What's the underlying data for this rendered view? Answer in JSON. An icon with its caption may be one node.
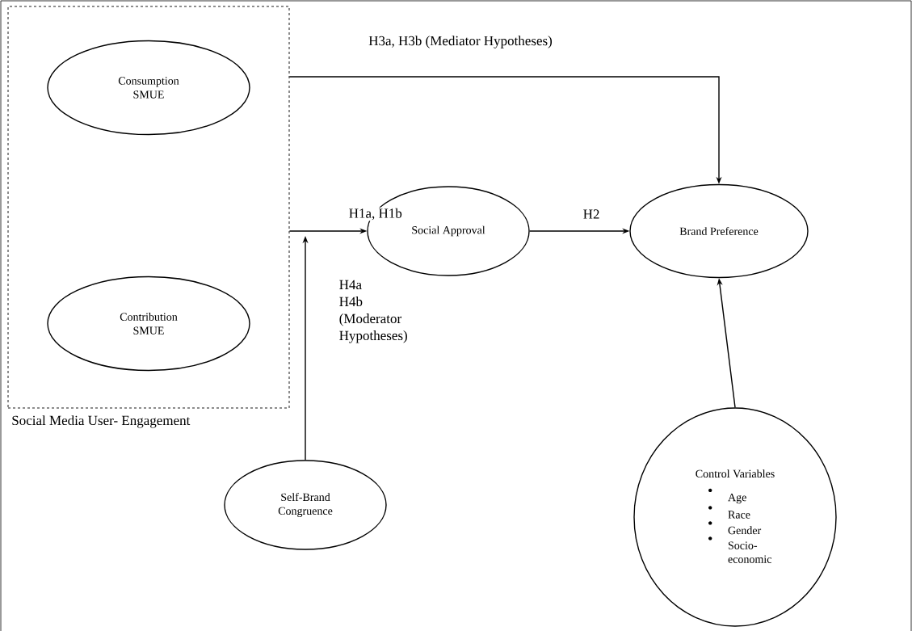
{
  "diagram": {
    "nodes": [
      {
        "text": [
          "Social Media User- Engagement"
        ]
      },
      {
        "text": [
          "Consumption SMUE"
        ],
        "in": 0
      },
      {
        "text": [
          "Contribution SMUE"
        ],
        "in": 0
      },
      {
        "text": [
          "Social Approval"
        ]
      },
      {
        "text": [
          "Brand Preference"
        ]
      },
      {
        "text": [
          "Self-Brand Congruence"
        ]
      },
      {
        "text": [
          "Control Variables",
          "Age",
          "Race",
          "Gender",
          "Socio- economic"
        ]
      }
    ],
    "edges": [
      {
        "from": 0,
        "to": 3,
        "arrow": "to",
        "label": "H1a, H1b"
      },
      {
        "from": 3,
        "to": 4,
        "arrow": "to",
        "label": "H2"
      },
      {
        "from": 0,
        "to": 4,
        "arrow": "to",
        "label": "H3a, H3b (Mediator Hypotheses)"
      },
      {
        "from": 5,
        "to": null,
        "arrow": "to",
        "label": "H4a H4b (Moderator Hypotheses)"
      },
      {
        "from": 6,
        "to": 4,
        "arrow": "to"
      }
    ]
  }
}
